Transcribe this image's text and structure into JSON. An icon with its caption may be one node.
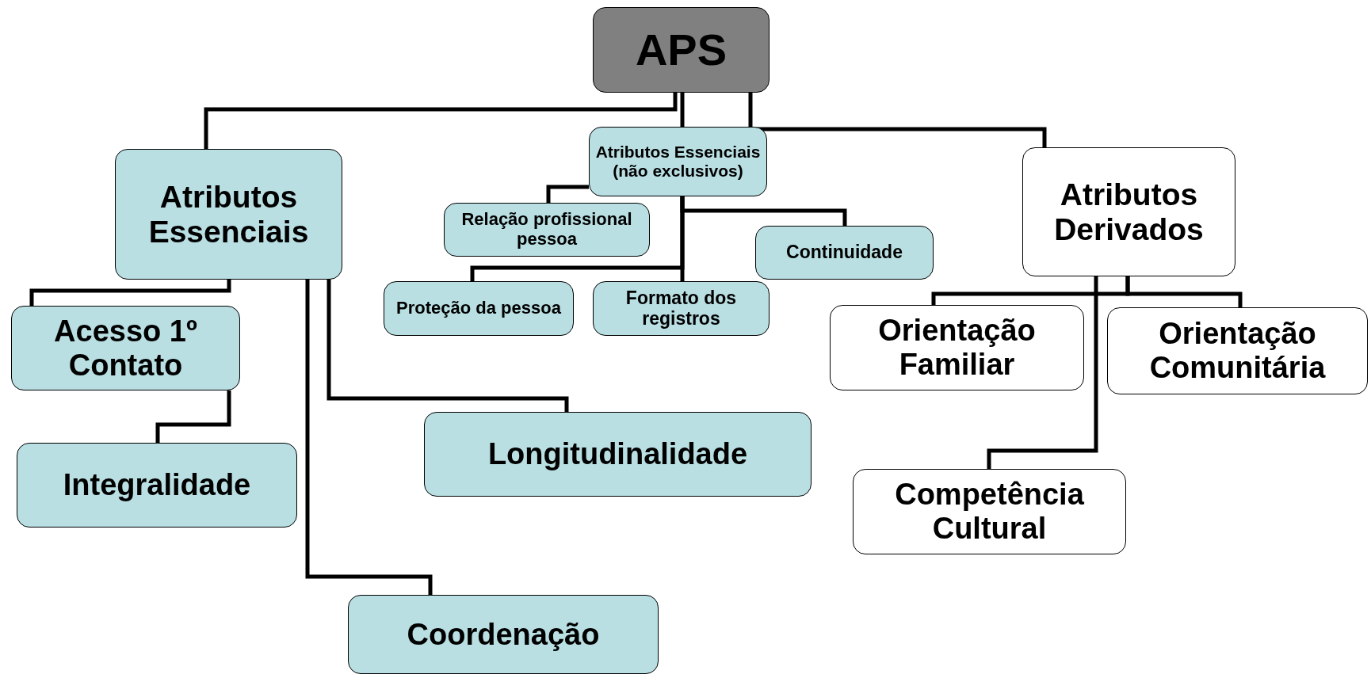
{
  "diagram": {
    "nodes": [
      {
        "text": [
          "APS"
        ]
      },
      {
        "text": [
          "Atributos Essenciais"
        ]
      },
      {
        "text": [
          "Atributos Essenciais (não exclusivos)"
        ]
      },
      {
        "text": [
          "Relação profissional pessoa"
        ]
      },
      {
        "text": [
          "Continuidade"
        ]
      },
      {
        "text": [
          "Proteção da pessoa"
        ]
      },
      {
        "text": [
          "Formato dos registros"
        ]
      },
      {
        "text": [
          "Atributos Derivados"
        ]
      },
      {
        "text": [
          "Acesso 1º Contato"
        ]
      },
      {
        "text": [
          "Integralidade"
        ]
      },
      {
        "text": [
          "Longitudinalidade"
        ]
      },
      {
        "text": [
          "Coordenação"
        ]
      },
      {
        "text": [
          "Orientação Familiar"
        ]
      },
      {
        "text": [
          "Orientação Comunitária"
        ]
      },
      {
        "text": [
          "Competência Cultural"
        ]
      }
    ],
    "edges": [
      {
        "from": 0,
        "to": 1,
        "arrow": "none"
      },
      {
        "from": 0,
        "to": 2,
        "arrow": "none"
      },
      {
        "from": 0,
        "to": 7,
        "arrow": "none"
      },
      {
        "from": 2,
        "to": 3,
        "arrow": "none"
      },
      {
        "from": 2,
        "to": 4,
        "arrow": "none"
      },
      {
        "from": 2,
        "to": 5,
        "arrow": "none"
      },
      {
        "from": 2,
        "to": 6,
        "arrow": "none"
      },
      {
        "from": 1,
        "to": 8,
        "arrow": "none"
      },
      {
        "from": 8,
        "to": 9,
        "arrow": "none"
      },
      {
        "from": 1,
        "to": 10,
        "arrow": "none"
      },
      {
        "from": 1,
        "to": 11,
        "arrow": "none"
      },
      {
        "from": 7,
        "to": 12,
        "arrow": "none"
      },
      {
        "from": 7,
        "to": 13,
        "arrow": "none"
      },
      {
        "from": 7,
        "to": 14,
        "arrow": "none"
      }
    ]
  }
}
